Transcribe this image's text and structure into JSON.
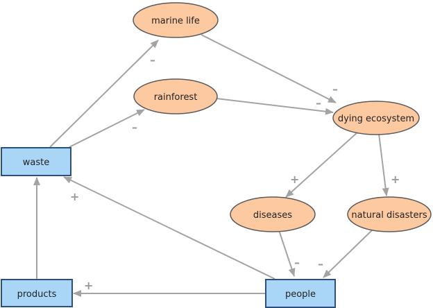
{
  "nodes": {
    "marine_life": "marine life",
    "rainforest": "rainforest",
    "dying_ecosystem": "dying ecosystem",
    "waste": "waste",
    "diseases": "diseases",
    "natural_disasters": "natural disasters",
    "products": "products",
    "people": "people"
  },
  "edges": {
    "waste_to_marine_life": "–",
    "waste_to_rainforest": "–",
    "marine_life_to_dying_ecosystem": "–",
    "rainforest_to_dying_ecosystem": "–",
    "dying_ecosystem_to_diseases": "+",
    "dying_ecosystem_to_natural_disasters": "+",
    "diseases_to_people": "–",
    "natural_disasters_to_people": "–",
    "people_to_waste": "+",
    "people_to_products": "+"
  },
  "colors": {
    "ellipse_fill": "#fdc9a1",
    "ellipse_stroke": "#5a5a5a",
    "box_fill": "#a9d6f7",
    "box_stroke": "#2d4f7c",
    "edge": "#a3a3a3"
  }
}
